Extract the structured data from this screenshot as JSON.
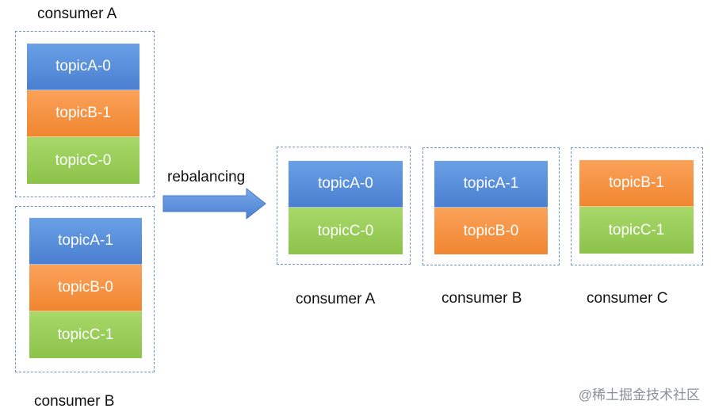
{
  "before": {
    "consumer_a": {
      "label": "consumer A",
      "partitions": [
        {
          "name": "topicA-0",
          "color": "#5b8fdc"
        },
        {
          "name": "topicB-1",
          "color": "#f59540"
        },
        {
          "name": "topicC-0",
          "color": "#9ccd5a"
        }
      ]
    },
    "consumer_b": {
      "label": "consumer B",
      "partitions": [
        {
          "name": "topicA-1",
          "color": "#5b8fdc"
        },
        {
          "name": "topicB-0",
          "color": "#f59540"
        },
        {
          "name": "topicC-1",
          "color": "#9ccd5a"
        }
      ]
    }
  },
  "arrow": {
    "label": "rebalancing",
    "color": "#5b8fdc"
  },
  "after": {
    "consumer_a": {
      "label": "consumer A",
      "partitions": [
        {
          "name": "topicA-0",
          "color": "#5b8fdc"
        },
        {
          "name": "topicC-0",
          "color": "#9ccd5a"
        }
      ]
    },
    "consumer_b": {
      "label": "consumer B",
      "partitions": [
        {
          "name": "topicA-1",
          "color": "#5b8fdc"
        },
        {
          "name": "topicB-0",
          "color": "#f59540"
        }
      ]
    },
    "consumer_c": {
      "label": "consumer C",
      "partitions": [
        {
          "name": "topicB-1",
          "color": "#f59540"
        },
        {
          "name": "topicC-1",
          "color": "#9ccd5a"
        }
      ]
    }
  },
  "watermark": "@稀土掘金技术社区"
}
